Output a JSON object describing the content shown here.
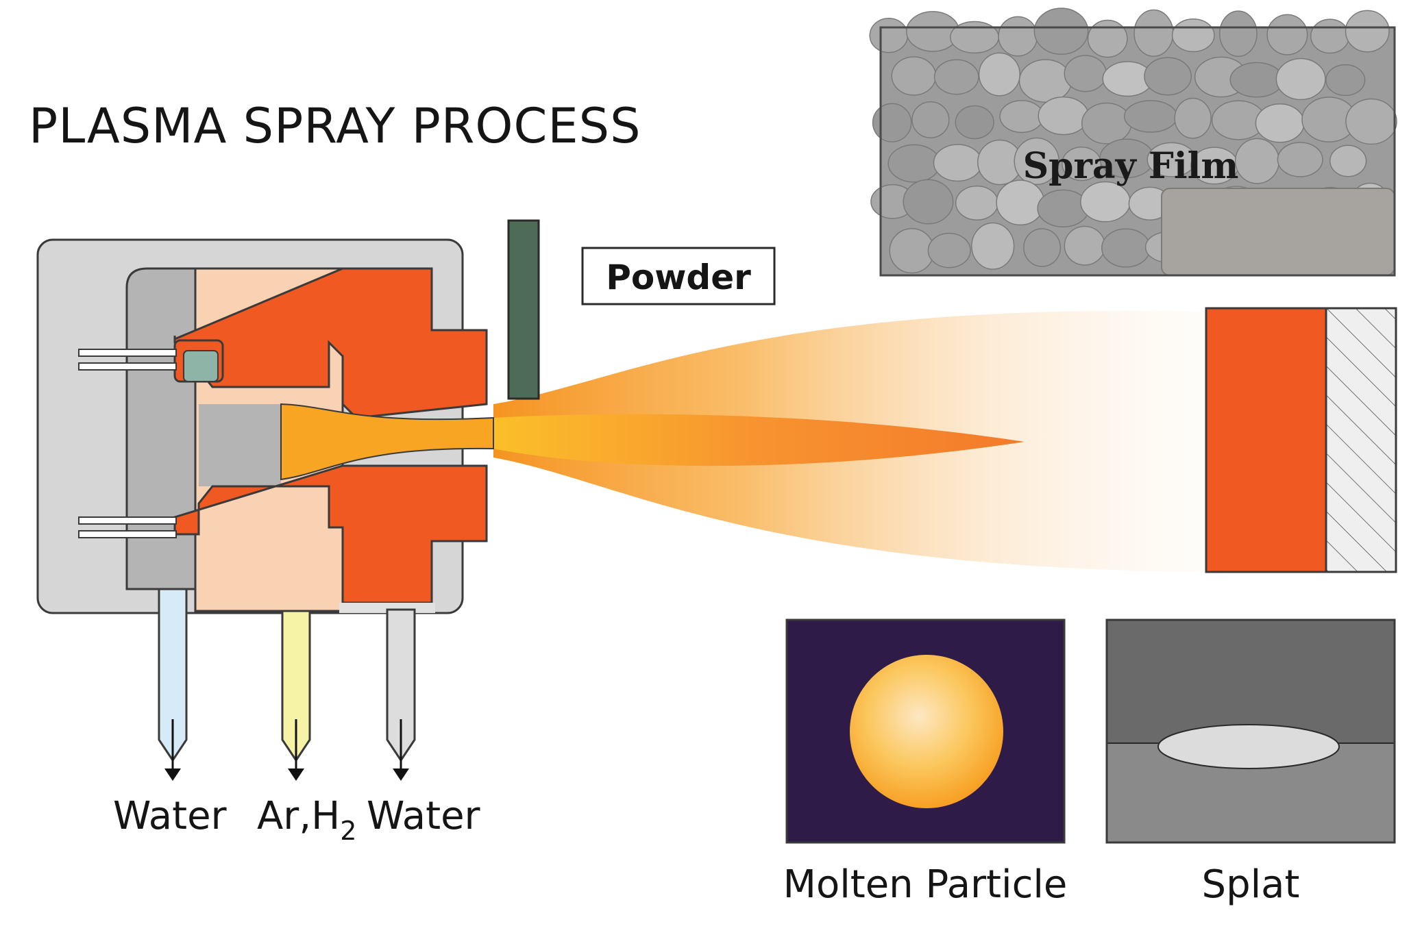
{
  "title": "PLASMA SPRAY PROCESS",
  "powder_label": "Powder",
  "spray_film_label": "Spray Film",
  "inlets": [
    {
      "label": "Water"
    },
    {
      "label": "Ar,H",
      "subscript": "2"
    },
    {
      "label": "Water"
    }
  ],
  "insets": {
    "molten_particle_label": "Molten Particle",
    "splat_label": "Splat"
  },
  "colors": {
    "electrode_orange": "#f05a22",
    "plasma_core": "#f7a523",
    "anode_peach": "#f9d2b3",
    "housing_gray": "#cfcfcf",
    "powder_feed_green": "#4e6b57",
    "water_cold_blue": "#d6ebf7",
    "gas_yellow": "#f7f3a6",
    "water_out_gray": "#dddddd",
    "molten_bg_purple": "#2f1b47",
    "molten_particle": "#f9b636"
  }
}
